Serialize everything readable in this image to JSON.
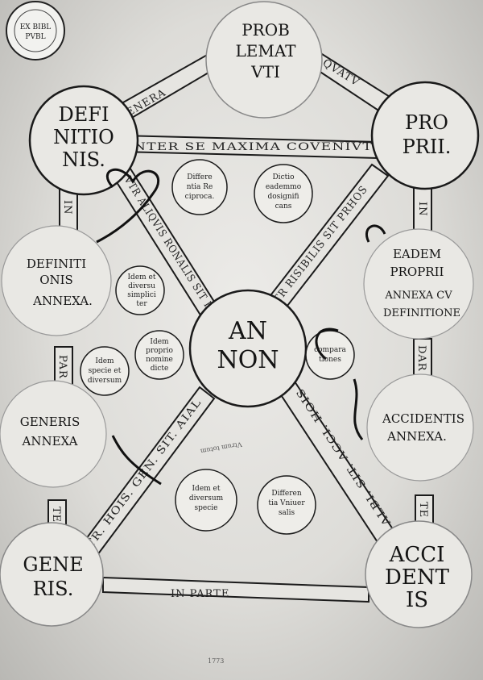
{
  "nodes": {
    "top": [
      "PROB",
      "LEMAT",
      "VTI"
    ],
    "definition": [
      "DEFI",
      "NITIO",
      "NIS."
    ],
    "property": [
      "PRO",
      "PRII."
    ],
    "center": [
      "AN",
      "NON"
    ],
    "genus": [
      "GENE",
      "RIS."
    ],
    "accident": [
      "ACCI",
      "DENT",
      "IS"
    ],
    "definition_annex": [
      "DEFINITI",
      "ONIS",
      "ANNEXA."
    ],
    "property_annex": [
      "EADEM",
      "PROPRII",
      "ANNEXA CV",
      "DEFINITIONE"
    ],
    "genus_annex": [
      "GENERIS",
      "ANNEXA"
    ],
    "accident_annex": [
      "ACCIDENTIS",
      "ANNEXA."
    ]
  },
  "bands": {
    "genera": "GENERA",
    "quatu": "QVATV",
    "inter_se": "INTER SE MAXIMA COVENIVT",
    "in_left": "IN",
    "in_right": "IN",
    "diag_top_left": "VTR ALIQVIS RONALIS SIT HO",
    "diag_top_right": "VTR RISIBILIS SIT PRHOS",
    "diag_bottom_left": "VTR. HOIS. GEN. SIT. AIAL",
    "diag_bottom_right": "VTR. ALBI. SIT. ACCI. HOIS",
    "par": "PAR",
    "dar": "DAR",
    "te_left": "TE",
    "te_right": "TE",
    "in_parte": "IN PARTE"
  },
  "medallions": {
    "differentia": [
      "Differe",
      "ntia Re",
      "ciproca."
    ],
    "dictio": [
      "Dictio",
      "eademmo",
      "dosignifi",
      "cans"
    ],
    "idem_diversum": [
      "Idem et",
      "diversu",
      "simplici",
      "ter"
    ],
    "idem_proprio": [
      "Idem",
      "proprio",
      "nomine",
      "dicte"
    ],
    "idem_specie_left": [
      "Idem",
      "specie et",
      "diversum"
    ],
    "comparationes": [
      "compara",
      "tiones"
    ],
    "idem_diversum_specie": [
      "Idem et",
      "diversum",
      "specie"
    ],
    "differentia_universalis": [
      "Differen",
      "tia Vniuer",
      "salis"
    ]
  },
  "stamp": [
    "EX BIBL",
    "PVBL"
  ],
  "annotation": "Vtrum totum",
  "footer": "1773"
}
